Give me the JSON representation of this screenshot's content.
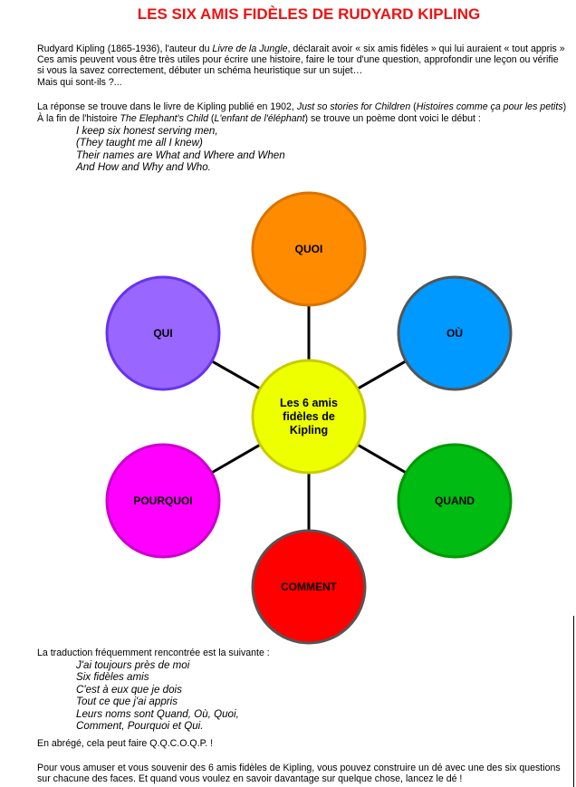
{
  "title": "LES SIX AMIS FIDÈLES DE RUDYARD KIPLING",
  "intro": {
    "l1a": "Rudyard Kipling (1865-1936), l'auteur du ",
    "l1b": "Livre de la Jungle",
    "l1c": ", déclarait avoir « six amis fidèles » qui lui auraient « tout appris »",
    "l2": "Ces amis peuvent vous être très utiles pour écrire une histoire, faire le tour d'une question, approfondir une leçon ou vérifie",
    "l3": "si vous la savez correctement, débuter un schéma heuristique sur un sujet…",
    "l4": "Mais qui sont-ils ?...",
    "l5a": "La réponse se trouve dans le livre de Kipling publié en 1902, ",
    "l5b": "Just so stories for Children",
    "l5c": " (",
    "l5d": "Histoires comme ça pour les petits",
    "l5e": ")",
    "l6a": "À la fin de l'histoire ",
    "l6b": "The Elephant's Child",
    "l6c": " (",
    "l6d": "L'enfant de l'éléphant",
    "l6e": ") se trouve un poème dont voici le début :"
  },
  "poem_en": [
    "I keep six honest serving men,",
    "(They taught me all I knew)",
    "Their names are What and Where and When",
    "And How and Why and Who."
  ],
  "diagram": {
    "center": {
      "label1": "Les 6 amis",
      "label2": "fidèles de",
      "label3": "Kipling",
      "color": "#eeff00",
      "border": "#c8cc00"
    },
    "nodes": [
      {
        "label": "QUOI",
        "color": "#ff8c00",
        "border": "#d97400"
      },
      {
        "label": "OÙ",
        "color": "#0099ff",
        "border": "#555555"
      },
      {
        "label": "QUAND",
        "color": "#00bb11",
        "border": "#009900"
      },
      {
        "label": "COMMENT",
        "color": "#ff0000",
        "border": "#555555"
      },
      {
        "label": "POURQUOI",
        "color": "#ff00ff",
        "border": "#cc00cc"
      },
      {
        "label": "QUI",
        "color": "#9966ff",
        "border": "#6633ee"
      }
    ]
  },
  "translation_intro": "La traduction fréquemment rencontrée est la suivante :",
  "poem_fr": [
    "J'ai toujours près de moi",
    "Six fidèles amis",
    "C'est à eux que je dois",
    "Tout ce que j'ai appris",
    "Leurs noms sont Quand, Où, Quoi,",
    "Comment, Pourquoi et Qui."
  ],
  "abbrev": "En abrégé, cela peut faire Q.Q.C.O.Q.P. !",
  "outro1": "Pour vous amuser et vous souvenir des 6 amis fidèles de Kipling, vous pouvez construire un dé avec une des six questions",
  "outro2": "sur chacune des faces. Et quand vous voulez en savoir davantage sur quelque chose, lancez le dé !"
}
